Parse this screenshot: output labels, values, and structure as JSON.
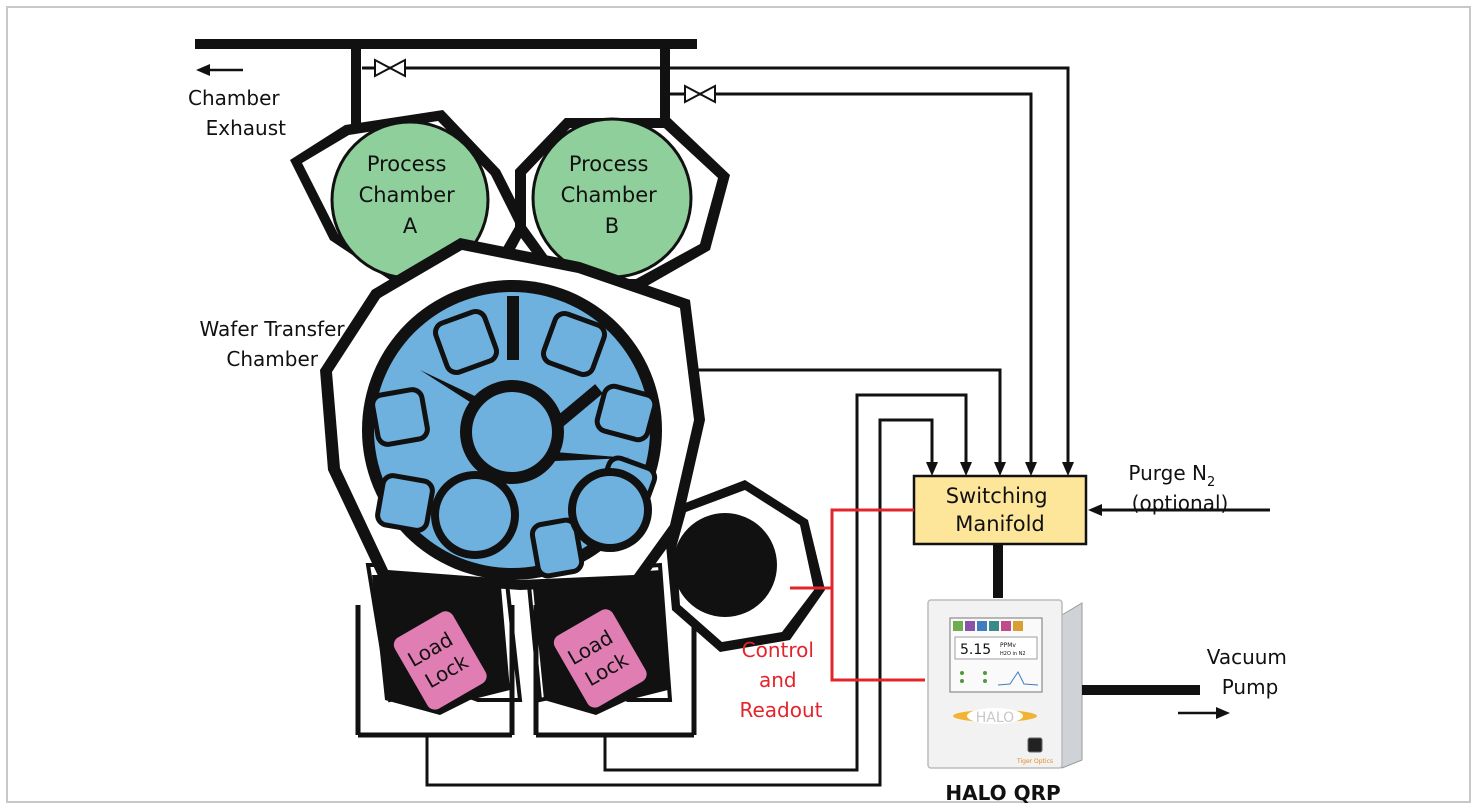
{
  "labels": {
    "chamber_exhaust": [
      "Chamber",
      "Exhaust"
    ],
    "process_chamber_a": [
      "Process",
      "Chamber",
      "A"
    ],
    "process_chamber_b": [
      "Process",
      "Chamber",
      "B"
    ],
    "wafer_transfer": [
      "Wafer Transfer",
      "Chamber"
    ],
    "load_lock": [
      "Load",
      "Lock"
    ],
    "switching_manifold": [
      "Switching",
      "Manifold"
    ],
    "purge": {
      "text": "Purge N",
      "sub": "2",
      "line2": "(optional)"
    },
    "control_readout": [
      "Control",
      "and",
      "Readout"
    ],
    "vacuum_pump": [
      "Vacuum",
      "Pump"
    ],
    "analyzer_name": "HALO QRP"
  },
  "analyzer_screen": {
    "reading": "5.15",
    "unit": "PPMv",
    "sub_unit": "H2O in N2",
    "brand": "HALO",
    "maker": "Tiger Optics"
  },
  "colors": {
    "process_chamber": "#8fcf9b",
    "wafer_area": "#6fb1de",
    "load_lock": "#e07eb3",
    "manifold": "#fde59a",
    "control_lines": "#e3242b"
  }
}
